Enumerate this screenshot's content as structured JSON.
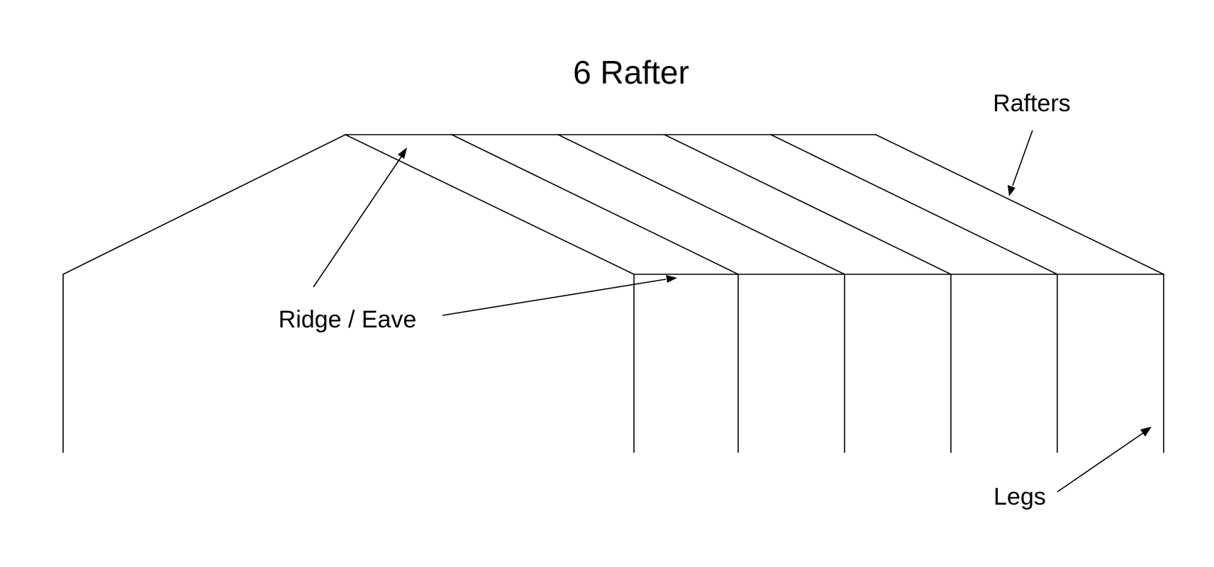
{
  "title": "6 Rafter",
  "labels": {
    "rafters": "Rafters",
    "ridge_eave": "Ridge / Eave",
    "legs": "Legs"
  },
  "colors": {
    "line": "#000000",
    "background": "#ffffff"
  }
}
